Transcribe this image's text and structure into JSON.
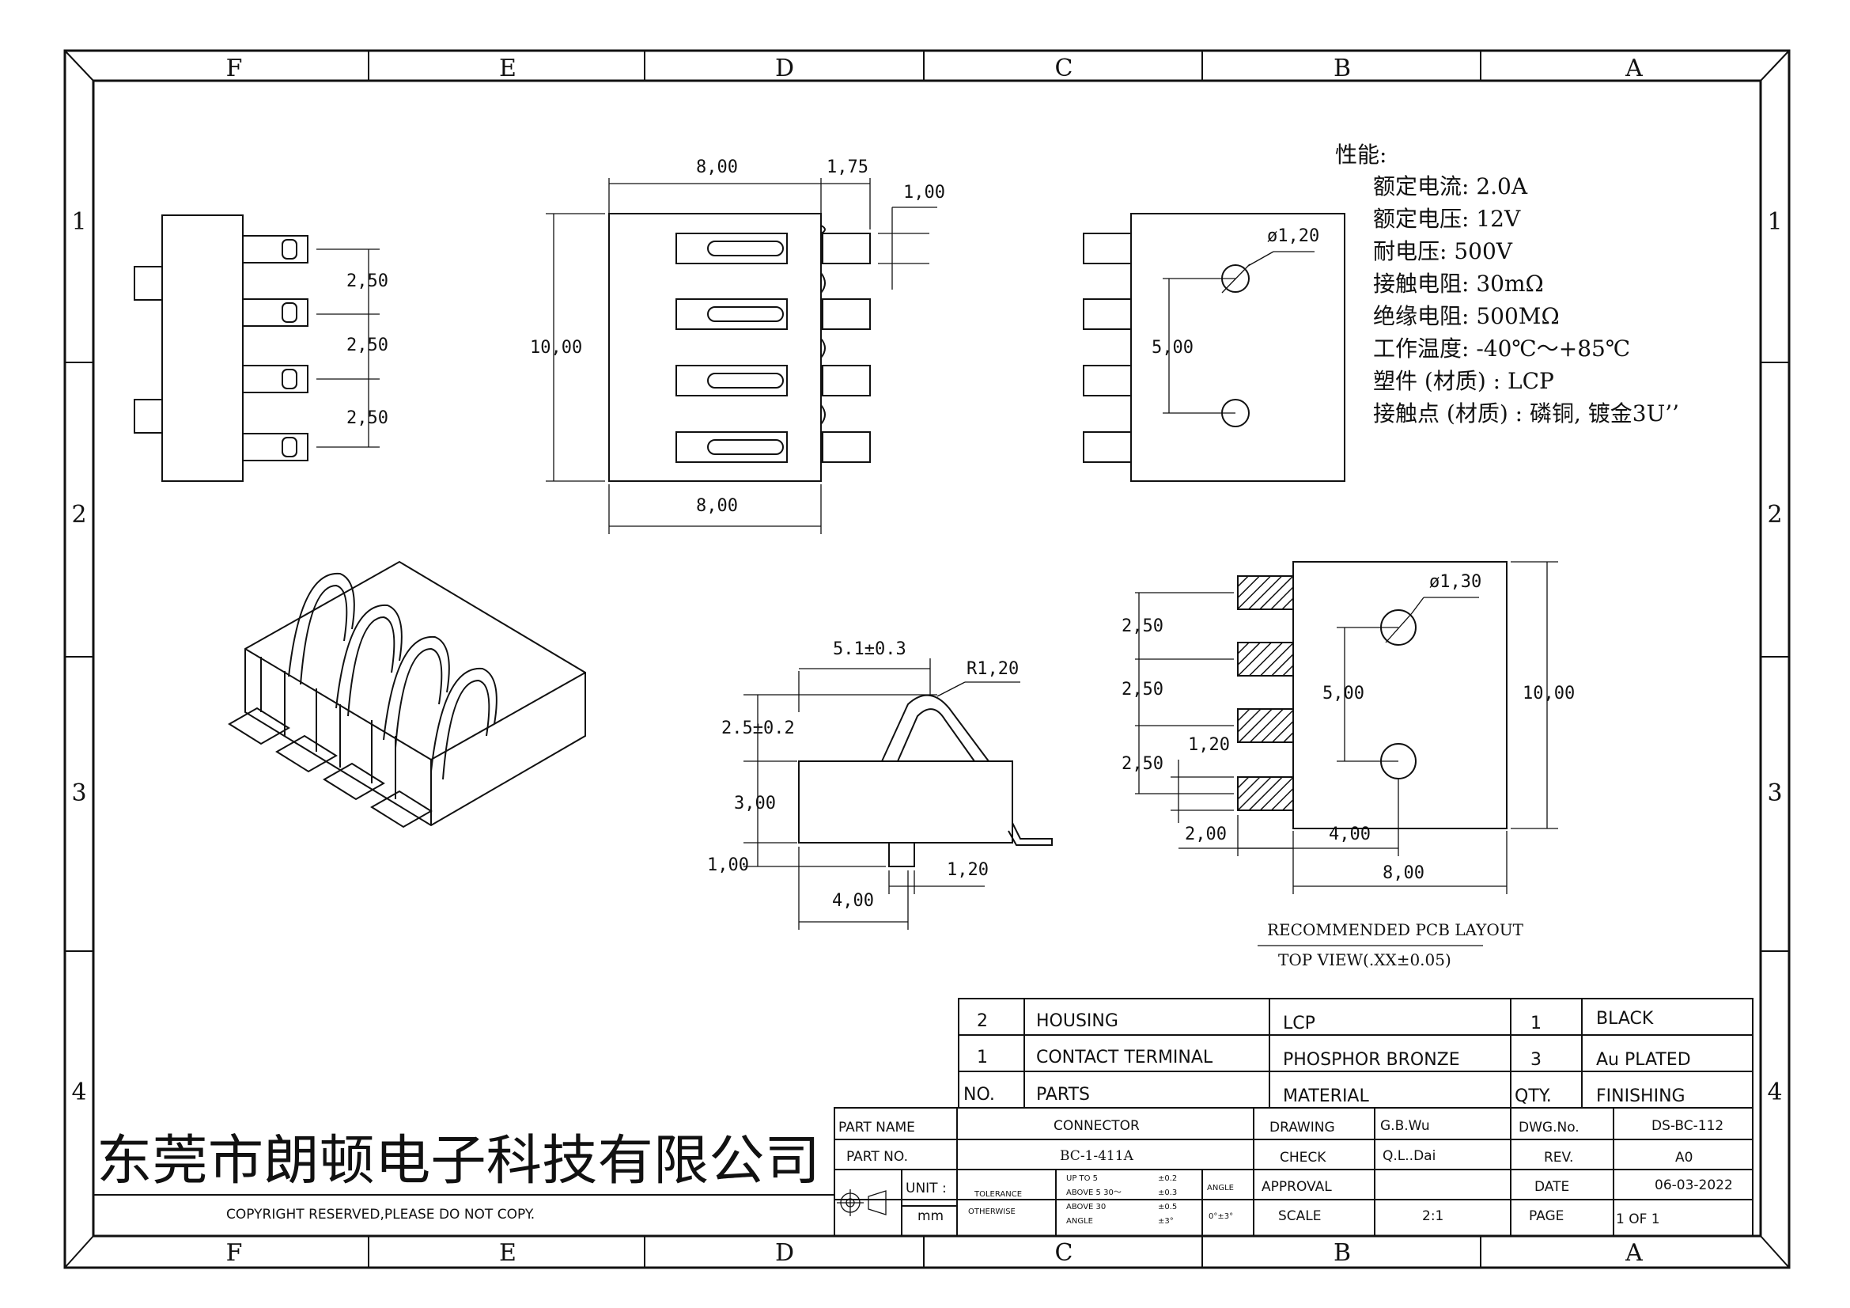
{
  "frame": {
    "columns": [
      "F",
      "E",
      "D",
      "C",
      "B",
      "A"
    ],
    "rows": [
      "1",
      "2",
      "3",
      "4"
    ]
  },
  "specs": {
    "heading": "性能:",
    "lines": [
      "额定电流: 2.0A",
      "额定电压: 12V",
      "耐电压: 500V",
      "接触电阻: 30mΩ",
      "绝缘电阻: 500MΩ",
      "工作温度: -40℃～+85℃",
      "塑件 (材质) : LCP",
      "接触点 (材质) : 磷铜, 镀金3U’’"
    ]
  },
  "dimensions": {
    "side_view": [
      "2,50",
      "2,50",
      "2,50"
    ],
    "top_view": {
      "width_top": "8,00",
      "tab": "1,75",
      "tab_height": "1,00",
      "height": "10,00",
      "width_bottom": "8,00"
    },
    "bottom_view": {
      "hole_dia": "ø1,20",
      "spacing": "5,00"
    },
    "profile_view": {
      "top_width": "5.1±0.3",
      "radius": "R1,20",
      "contact_height": "2.5±0.2",
      "body_height": "3,00",
      "peg_height": "1,00",
      "peg_offset": "4,00",
      "peg_width": "1,20"
    },
    "pcb_view": {
      "hole_dia": "ø1,30",
      "pitch": [
        "2,50",
        "2,50",
        "2,50"
      ],
      "pad_width": "1,20",
      "pad_length": "2,00",
      "hole_spacing": "5,00",
      "hole_offset": "4,00",
      "height": "10,00",
      "width": "8,00"
    }
  },
  "pcb_caption": {
    "title": "RECOMMENDED PCB LAYOUT",
    "subtitle": "TOP VIEW(.XX±0.05)"
  },
  "bom": {
    "rows": [
      {
        "no": "2",
        "part": "HOUSING",
        "material": "LCP",
        "qty": "1",
        "finishing": "BLACK"
      },
      {
        "no": "1",
        "part": "CONTACT TERMINAL",
        "material": "PHOSPHOR BRONZE",
        "qty": "3",
        "finishing": "Au PLATED"
      }
    ],
    "header": {
      "no": "NO.",
      "part": "PARTS",
      "material": "MATERIAL",
      "qty": "QTY.",
      "finishing": "FINISHING"
    }
  },
  "title_block": {
    "company": "东莞市朗顿电子科技有限公司",
    "copyright": "COPYRIGHT RESERVED,PLEASE DO NOT COPY.",
    "part_name_label": "PART NAME",
    "part_name": "CONNECTOR",
    "part_no_label": "PART NO.",
    "part_no": "BC-1-411A",
    "unit_label": "UNIT :",
    "unit": "mm",
    "tolerance_label": "TOLERANCE",
    "otherwise_label": "OTHERWISE",
    "tol_rows": [
      {
        "range": "UP TO 5",
        "value": "±0.2"
      },
      {
        "range": "ABOVE 5  30～",
        "value": "±0.3"
      },
      {
        "range": "ABOVE 30",
        "value": "±0.5"
      },
      {
        "range": "ANGLE",
        "value": "±3°"
      }
    ],
    "angle_label": "ANGLE",
    "angle_value": "0°±3°",
    "drawing_label": "DRAWING",
    "drawing_by": "G.B.Wu",
    "check_label": "CHECK",
    "check_by": "Q.L..Dai",
    "approval_label": "APPROVAL",
    "approval_by": "",
    "scale_label": "SCALE",
    "scale": "2:1",
    "dwg_label": "DWG.No.",
    "dwg_no": "DS-BC-112",
    "rev_label": "REV.",
    "rev": "A0",
    "date_label": "DATE",
    "date": "06-03-2022",
    "page_label": "PAGE",
    "page": "1 OF 1"
  }
}
